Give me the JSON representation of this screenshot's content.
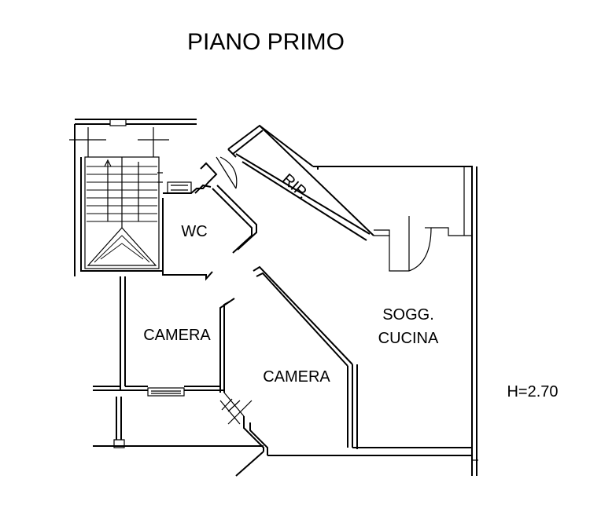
{
  "title": "PIANO PRIMO",
  "height_note": "H=2.70",
  "rooms": {
    "wc": "WC",
    "rip": "RIP.",
    "camera_left": "CAMERA",
    "camera_center": "CAMERA",
    "soggiorno_line1": "SOGG.",
    "soggiorno_line2": "CUCINA"
  },
  "colors": {
    "ink": "#000000",
    "paper": "#ffffff"
  }
}
